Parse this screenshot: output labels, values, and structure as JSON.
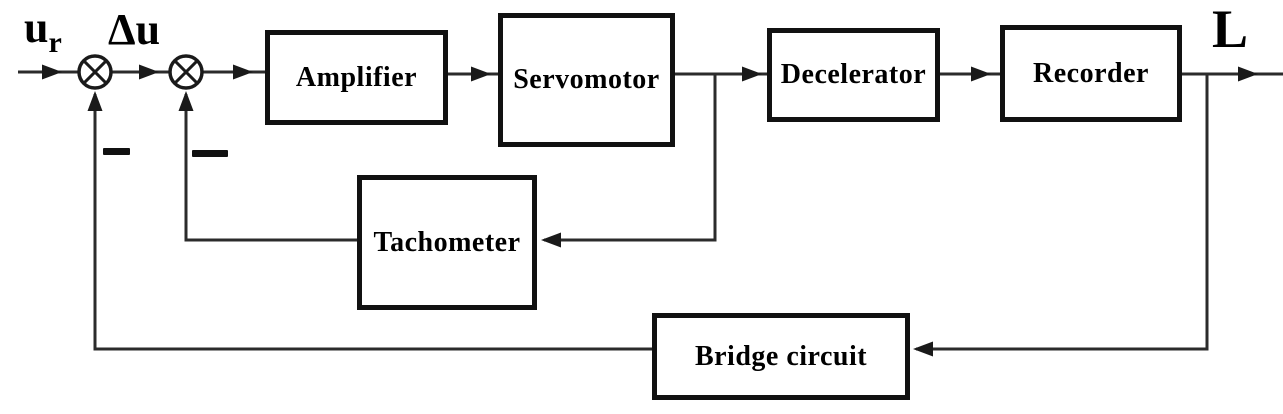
{
  "diagram": {
    "blocks": {
      "amplifier": {
        "label": "Amplifier"
      },
      "servomotor": {
        "label": "Servomotor"
      },
      "decelerator": {
        "label": "Decelerator"
      },
      "recorder": {
        "label": "Recorder"
      },
      "tachometer": {
        "label": "Tachometer"
      },
      "bridge_circuit": {
        "label": "Bridge circuit"
      }
    },
    "signals": {
      "input": {
        "base": "u",
        "subscript": "r"
      },
      "error": "Δu",
      "output": "L"
    },
    "junctions": {
      "first": {
        "sign": "−"
      },
      "second": {
        "sign": "−"
      }
    },
    "colors": {
      "background": "#ffffff",
      "line": "#2b2b2b",
      "box_border": "#111111",
      "text": "#000000"
    }
  }
}
